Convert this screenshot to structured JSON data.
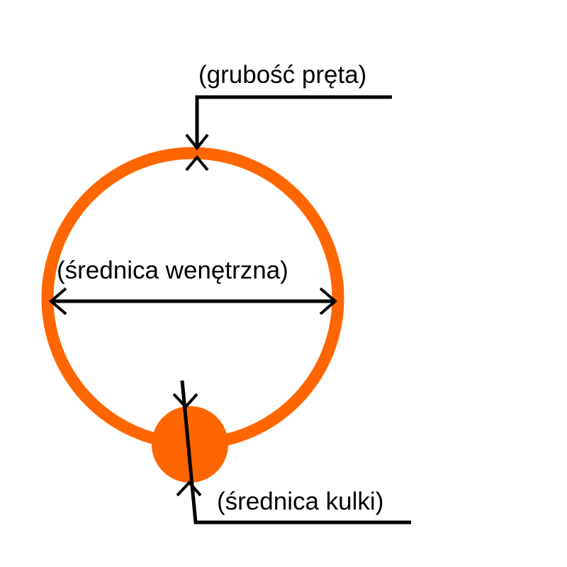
{
  "labels": {
    "rod_thickness": "(grubość pręta)",
    "inner_diameter": "(średnica wenętrzna)",
    "ball_diameter": "(średnica kulki)"
  },
  "colors": {
    "ring": "#ff6600",
    "ball": "#ff6600",
    "lines": "#000000",
    "background": "#ffffff"
  }
}
